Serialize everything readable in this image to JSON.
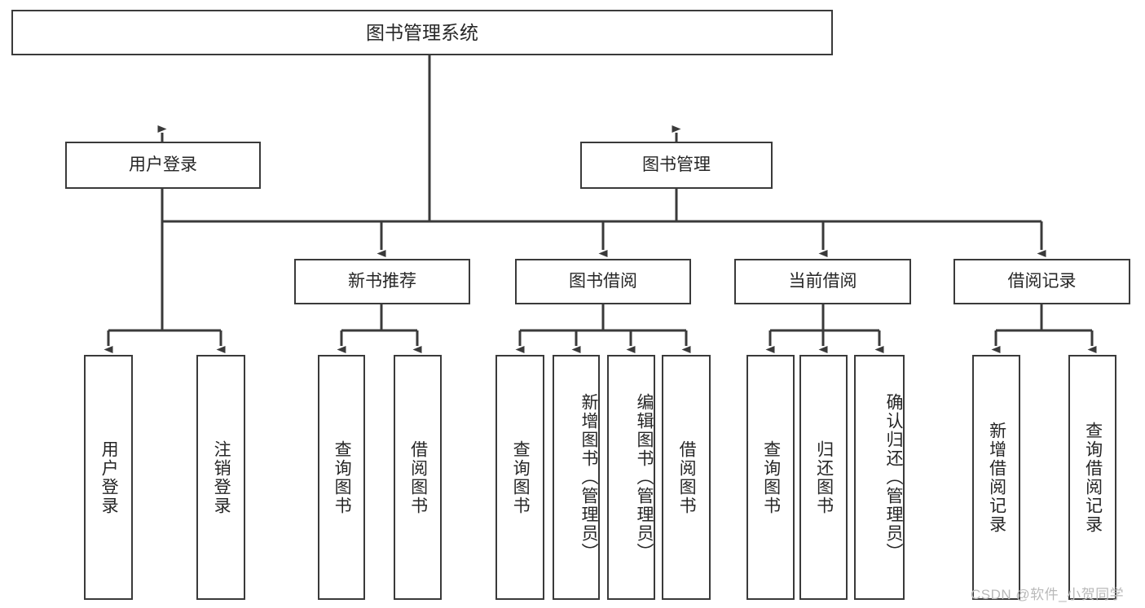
{
  "diagram": {
    "type": "tree-hierarchy-chart",
    "title": "图书管理系统",
    "root": {
      "id": "root",
      "label": "图书管理系统"
    },
    "level1": [
      {
        "id": "user-login",
        "label": "用户登录"
      },
      {
        "id": "book-manage",
        "label": "图书管理"
      }
    ],
    "level2": [
      {
        "id": "new-book-recommend",
        "label": "新书推荐",
        "parent": "book-manage"
      },
      {
        "id": "book-borrow",
        "label": "图书借阅",
        "parent": "book-manage"
      },
      {
        "id": "current-borrow",
        "label": "当前借阅",
        "parent": "book-manage"
      },
      {
        "id": "borrow-record",
        "label": "借阅记录",
        "parent": "book-manage"
      }
    ],
    "leaves": [
      {
        "id": "leaf-user-login",
        "label": "用户登录",
        "parent": "user-login"
      },
      {
        "id": "leaf-logout",
        "label": "注销登录",
        "parent": "user-login"
      },
      {
        "id": "leaf-query-book-1",
        "label": "查询图书",
        "parent": "new-book-recommend"
      },
      {
        "id": "leaf-borrow-book-1",
        "label": "借阅图书",
        "parent": "new-book-recommend"
      },
      {
        "id": "leaf-query-book-2",
        "label": "查询图书",
        "parent": "book-borrow"
      },
      {
        "id": "leaf-add-book",
        "label": "新增图书（管理员）",
        "parent": "book-borrow"
      },
      {
        "id": "leaf-edit-book",
        "label": "编辑图书（管理员）",
        "parent": "book-borrow"
      },
      {
        "id": "leaf-borrow-book-2",
        "label": "借阅图书",
        "parent": "book-borrow"
      },
      {
        "id": "leaf-query-book-3",
        "label": "查询图书",
        "parent": "current-borrow"
      },
      {
        "id": "leaf-return-book",
        "label": "归还图书",
        "parent": "current-borrow"
      },
      {
        "id": "leaf-confirm-return",
        "label": "确认归还（管理员）",
        "parent": "current-borrow"
      },
      {
        "id": "leaf-add-record",
        "label": "新增借阅记录",
        "parent": "borrow-record"
      },
      {
        "id": "leaf-query-record",
        "label": "查询借阅记录",
        "parent": "borrow-record"
      }
    ],
    "watermark": "CSDN @软件_小贺同学",
    "colors": {
      "stroke": "#3a3a3a",
      "text": "#262626",
      "background": "#ffffff",
      "watermark": "#b9b9b9"
    }
  }
}
